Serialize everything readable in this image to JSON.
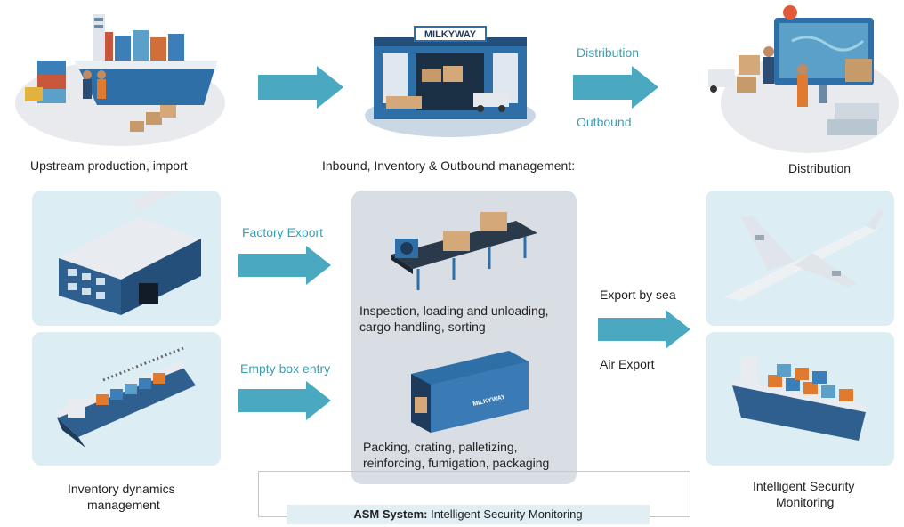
{
  "top": {
    "upstream_label": "Upstream production, import",
    "inbound_label": "Inbound, Inventory & Outbound management:",
    "distribution_label": "Distribution",
    "arrow2_top_label": "Distribution",
    "arrow2_bottom_label": "Outbound",
    "warehouse_sign": "MILKYWAY"
  },
  "left": {
    "factory_export": "Factory Export",
    "empty_box_entry": "Empty box entry",
    "inventory_label_line1": "Inventory dynamics",
    "inventory_label_line2": "management"
  },
  "center": {
    "inspection_line1": "Inspection, loading and unloading,",
    "inspection_line2": "cargo handling, sorting",
    "packing_line1": "Packing, crating, palletizing,",
    "packing_line2": "reinforcing, fumigation, packaging",
    "container_brand": "MILKYWAY"
  },
  "right": {
    "export_by_sea": "Export by sea",
    "air_export": "Air Export",
    "security_line1": "Intelligent Security",
    "security_line2": "Monitoring"
  },
  "asm": {
    "title": "ASM System:",
    "description": "Intelligent Security Monitoring"
  },
  "colors": {
    "arrow": "#4aa8c0",
    "panel_bg": "#dcedf3",
    "center_bg": "#d9dde4",
    "teal_text": "#3a9fb3"
  }
}
